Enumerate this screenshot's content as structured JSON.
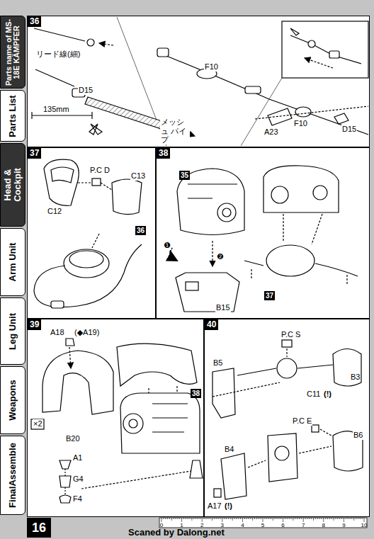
{
  "diagram": {
    "nodes": [
      {
        "text": [
          "Parts name of MS-18E KÄMPFER"
        ]
      },
      {
        "text": [
          "Parts List"
        ]
      },
      {
        "text": [
          "Head & Cockpit"
        ]
      },
      {
        "text": [
          "Arm Unit"
        ]
      },
      {
        "text": [
          "Leg Unit"
        ]
      },
      {
        "text": [
          "Weapons"
        ]
      },
      {
        "text": [
          "FinalAssemble"
        ]
      },
      {
        "text": [
          "36"
        ]
      },
      {
        "text": [
          "37"
        ]
      },
      {
        "text": [
          "36"
        ],
        "in": 8
      },
      {
        "text": [
          "38"
        ]
      },
      {
        "text": [
          "35"
        ],
        "in": 10
      },
      {
        "text": [
          "37"
        ],
        "in": 10
      },
      {
        "text": [
          "39"
        ]
      },
      {
        "text": [
          "38"
        ],
        "in": 13
      },
      {
        "text": [
          "40"
        ]
      },
      {
        "text": [
          "16"
        ]
      }
    ],
    "labels": [
      "リード線(細)",
      "D15",
      "135mm",
      "メッシュ パイプ",
      "F10",
      "A23",
      "F10",
      "D15",
      "P.C D",
      "C13",
      "C12",
      "❶",
      "❷",
      "B15",
      "A18",
      "(◆A19)",
      "B20",
      "×2",
      "A1",
      "G4",
      "F4",
      "P.C S",
      "B5",
      "B3",
      "C11",
      "(!)",
      "P.C E",
      "B6",
      "B4",
      "A17",
      "(!)",
      "0",
      "1",
      "2",
      "3",
      "4",
      "5",
      "6",
      "7",
      "8",
      "9",
      "10",
      "Scaned by Dalong.net"
    ]
  }
}
